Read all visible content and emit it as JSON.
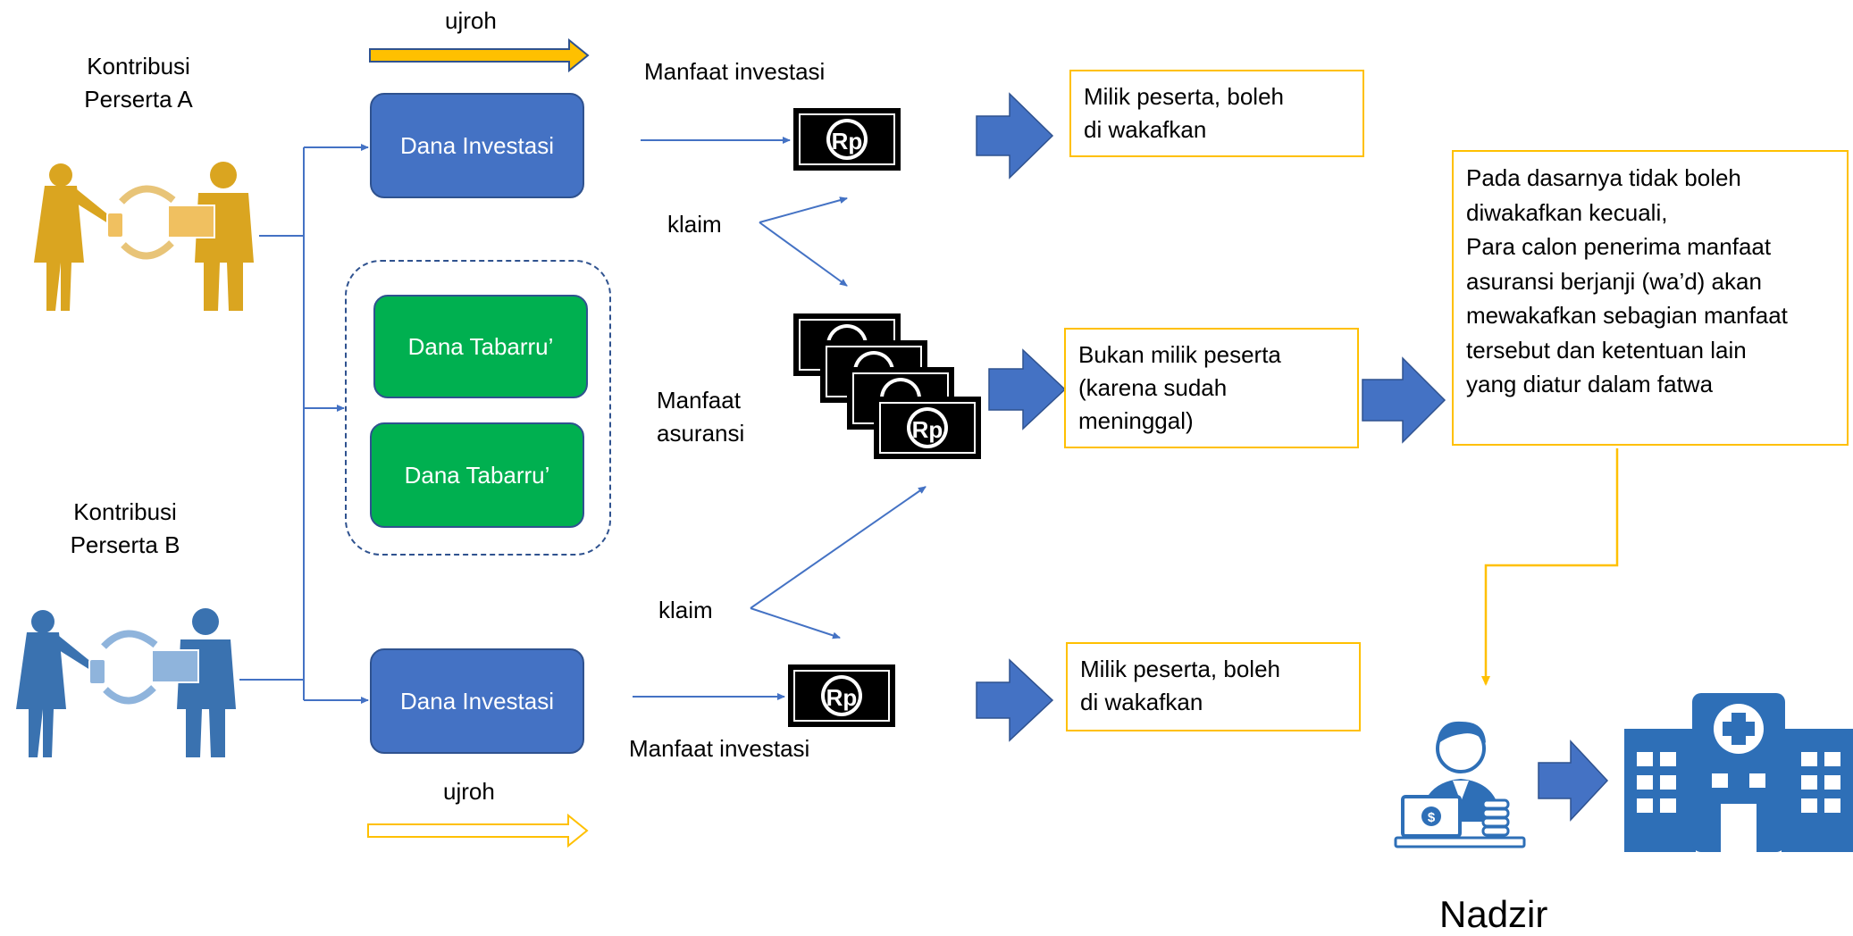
{
  "participants": {
    "a_label": [
      "Kontribusi",
      "Perserta A"
    ],
    "b_label": [
      "Kontribusi",
      "Perserta B"
    ]
  },
  "ujroh_top": "ujroh",
  "ujroh_bottom": "ujroh",
  "funds": {
    "investasi_top": "Dana Investasi",
    "tabarru_1": "Dana Tabarru’",
    "tabarru_2": "Dana Tabarru’",
    "investasi_bottom": "Dana Investasi"
  },
  "flow_labels": {
    "manfaat_investasi_top": "Manfaat investasi",
    "klaim_top": "klaim",
    "manfaat_asuransi": [
      "Manfaat",
      "asuransi"
    ],
    "klaim_bottom": "klaim",
    "manfaat_investasi_bottom": "Manfaat investasi"
  },
  "money_icon": {
    "label": "Rp",
    "icon": "banknote-rupiah-icon"
  },
  "outcome_boxes": {
    "top": [
      "Milik peserta, boleh",
      "di wakafkan"
    ],
    "middle": [
      "Bukan milik peserta",
      "(karena sudah",
      "meninggal)"
    ],
    "bottom": [
      "Milik peserta, boleh",
      "di wakafkan"
    ],
    "fatwa": [
      "Pada dasarnya tidak boleh",
      "diwakafkan kecuali,",
      "Para calon penerima manfaat",
      "asuransi berjanji (wa’d) akan",
      "mewakafkan sebagian manfaat",
      "tersebut dan ketentuan lain",
      "yang diatur dalam fatwa"
    ]
  },
  "nadzir_label": "Nadzir",
  "colors": {
    "gold": "#daa520",
    "blue_person": "#3a72b0",
    "fund_blue": "#4472c4",
    "fund_green": "#00b050",
    "box_border": "#ffc000",
    "arrow_blue": "#4472c4"
  }
}
